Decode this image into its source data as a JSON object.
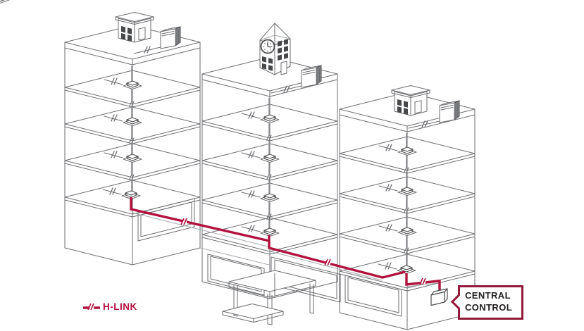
{
  "colors": {
    "hlink_red": "#b2123e",
    "callout_border": "#921939",
    "line_gray": "#6d6e71",
    "text_dark": "#232020",
    "background": "#ffffff"
  },
  "legend": {
    "label": "H-LINK",
    "symbol": "red-line-with-break"
  },
  "callout": {
    "line1": "CENTRAL",
    "line2": "CONTROL"
  },
  "diagram": {
    "type": "isometric-building-hvac-network",
    "buildings": [
      {
        "name": "left-building",
        "rooftop_structure": "penthouse",
        "outdoor_units": 1,
        "ceiling_cassettes": 4
      },
      {
        "name": "middle-building",
        "rooftop_structure": "clock-tower",
        "outdoor_units": 1,
        "ceiling_cassettes": 4
      },
      {
        "name": "right-building",
        "rooftop_structure": "penthouse",
        "outdoor_units": 1,
        "ceiling_cassettes": 4
      }
    ],
    "network": {
      "bus_name": "H-LINK",
      "terminates_at": "CENTRAL CONTROL",
      "controller_device": "central-control-box"
    }
  }
}
